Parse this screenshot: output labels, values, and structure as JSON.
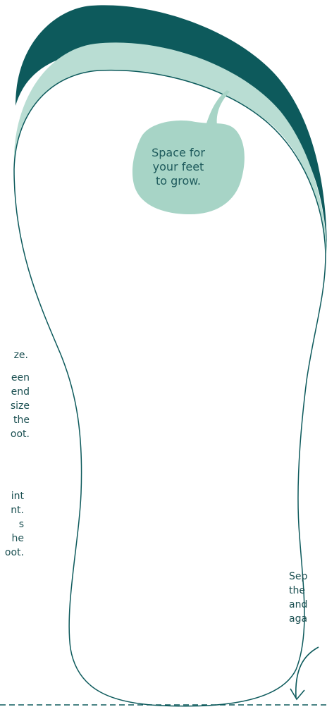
{
  "bubble": {
    "text": "Space for\nyour feet\nto grow."
  },
  "notes": {
    "left_1": "ze.",
    "left_2": "een\nend\nsize\nthe\noot.",
    "left_3": "int\nnt.\ns\nhe\noot.",
    "right": "Sep\nthe\nand \naga"
  },
  "colors": {
    "outer_band": "#0d5a5c",
    "inner_band": "#b9ddd3",
    "bubble": "#a7d4c6",
    "outline": "#0d5a5c"
  }
}
